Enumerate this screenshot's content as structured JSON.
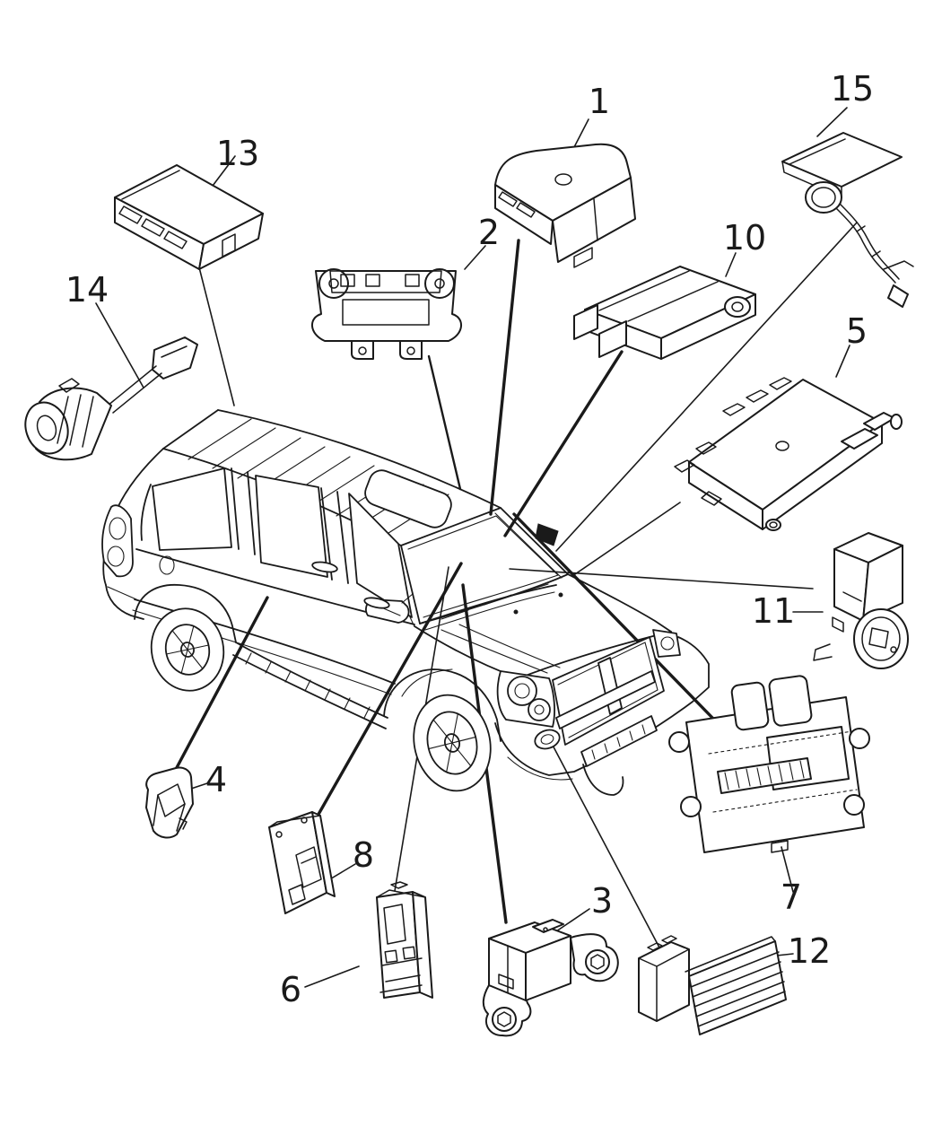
{
  "colors": {
    "line": "#1a1a1a",
    "background": "#ffffff"
  },
  "parts": [
    {
      "number": "1"
    },
    {
      "number": "2"
    },
    {
      "number": "3"
    },
    {
      "number": "4"
    },
    {
      "number": "5"
    },
    {
      "number": "6"
    },
    {
      "number": "7"
    },
    {
      "number": "8"
    },
    {
      "number": "10"
    },
    {
      "number": "11"
    },
    {
      "number": "12"
    },
    {
      "number": "13"
    },
    {
      "number": "14"
    },
    {
      "number": "15"
    }
  ]
}
